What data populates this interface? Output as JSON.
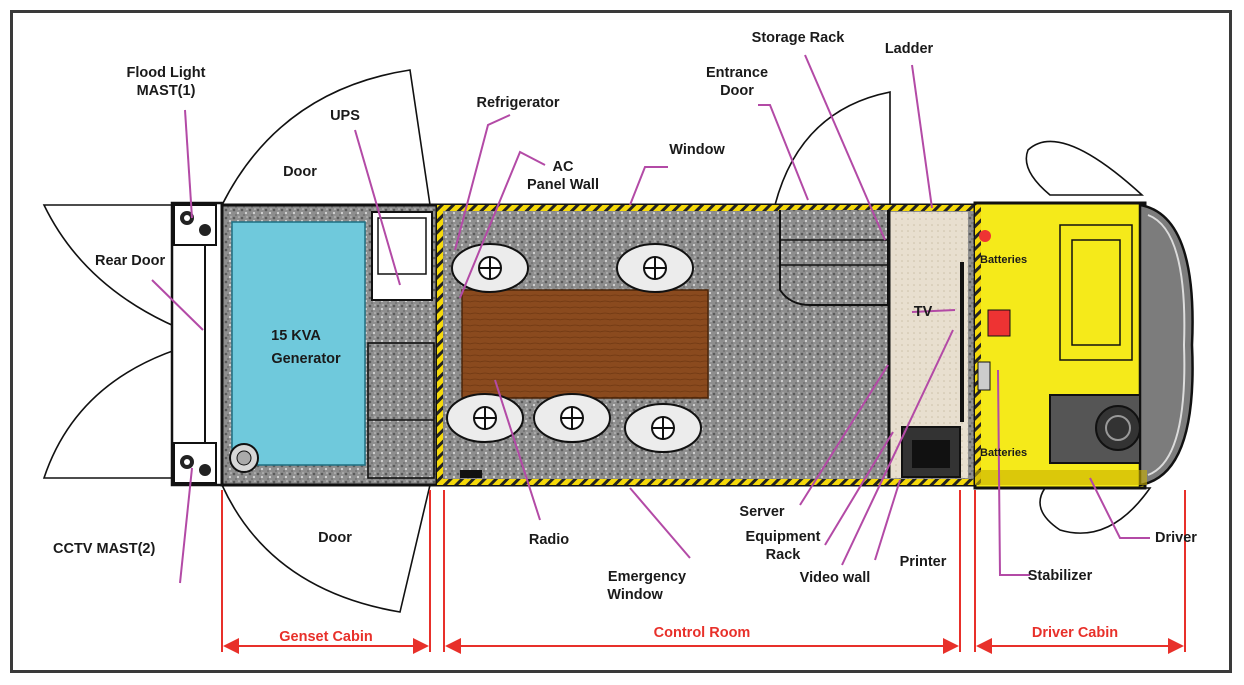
{
  "labels": {
    "flood_light": [
      "Flood Light",
      "MAST(1)"
    ],
    "rear_door": "Rear Door",
    "cctv_mast": "CCTV MAST(2)",
    "ups": "UPS",
    "door_top": "Door",
    "door_bottom": "Door",
    "generator": [
      "15 KVA",
      "Generator"
    ],
    "refrigerator": "Refrigerator",
    "ac_panel": [
      "AC",
      "Panel Wall"
    ],
    "window": "Window",
    "radio": "Radio",
    "emergency_window": [
      "Emergency",
      "Window"
    ],
    "entrance_door": [
      "Entrance",
      "Door"
    ],
    "storage_rack": "Storage Rack",
    "ladder": "Ladder",
    "tv": "TV",
    "server": "Server",
    "equipment_rack": [
      "Equipment",
      "Rack"
    ],
    "video_wall": "Video wall",
    "printer": "Printer",
    "batteries_top": "Batteries",
    "batteries_bottom": "Batteries",
    "stabilizer": "Stabilizer",
    "driver": "Driver"
  },
  "sections": {
    "genset": "Genset Cabin",
    "control": "Control Room",
    "driver": "Driver Cabin"
  },
  "colors": {
    "leader": "#b34aa6",
    "section": "#e8302a",
    "generator": "#6fc9dc",
    "driver_cabin": "#f5ea1a",
    "table": "#8a4a1e",
    "floor": "#8e8e8e"
  }
}
